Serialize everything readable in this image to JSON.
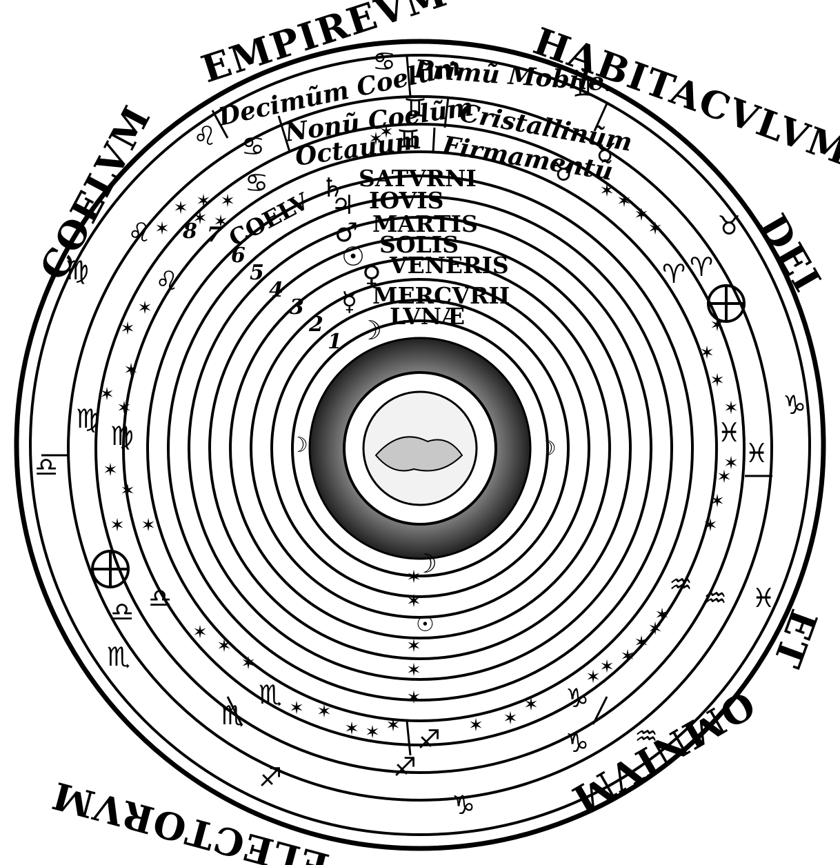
{
  "outer_labels": {
    "empireum": "EMPIREVM",
    "habitaculum": "HABITACVLVM",
    "dei": "DEI",
    "et": "ET",
    "omnium": "OMNIVM",
    "electorum": "ELECTORVM",
    "coelum": "COELVM"
  },
  "spheres": {
    "decimum": "Decimũm Coelũm",
    "primum_mobile": "Primũ Mobile.",
    "nonum": "Nonũ Coelũm",
    "cristallinum": "Cristallinũm",
    "octavum": "Octauum",
    "firmamentum": "Firmamentũ",
    "coelu": "COELV",
    "saturni": "SATVRNI",
    "iovis": "IOVIS",
    "martis": "MARTIS",
    "solis": "SOLIS",
    "veneris": "VENERIS",
    "mercurii": "MERCVRII",
    "lunae": "LVNÆ"
  },
  "symbols": {
    "saturn": "♄",
    "jupiter": "♃",
    "mars": "♂",
    "sun": "☉",
    "venus": "♀",
    "mercury": "☿",
    "moon": "☽",
    "aries": "♈",
    "taurus": "♉",
    "gemini": "♊",
    "cancer": "♋",
    "leo": "♌",
    "virgo": "♍",
    "libra": "♎",
    "scorpio": "♏",
    "sagittarius": "♐",
    "capricorn": "♑",
    "aquarius": "♒",
    "pisces": "♓"
  },
  "numbers": [
    "1",
    "2",
    "3",
    "4",
    "5",
    "6",
    "7",
    "8"
  ],
  "star_glyph": "✶"
}
